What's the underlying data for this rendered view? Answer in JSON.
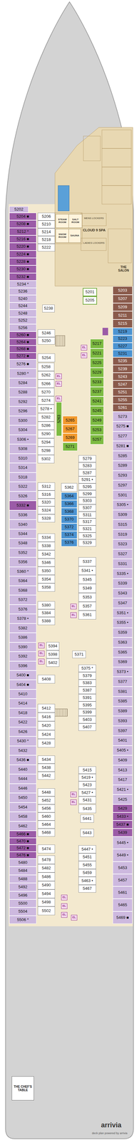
{
  "diagram": {
    "nodes": [
      {
        "text": [
          "STEAM ROOM"
        ]
      },
      {
        "text": [
          "SALT ROOM"
        ]
      },
      {
        "text": [
          "SNOW ROOM"
        ]
      },
      {
        "text": [
          "SAUNA"
        ]
      },
      {
        "text": [
          "5202"
        ]
      },
      {
        "text": [
          "5204 ■"
        ]
      },
      {
        "text": [
          "5208 ■"
        ]
      },
      {
        "text": [
          "5212 *"
        ]
      },
      {
        "text": [
          "5216 ■"
        ]
      },
      {
        "text": [
          "5220 ■"
        ]
      },
      {
        "text": [
          "5224 ■"
        ]
      },
      {
        "text": [
          "5228 ■"
        ]
      },
      {
        "text": [
          "5230 ■"
        ]
      },
      {
        "text": [
          "5232 ■"
        ]
      },
      {
        "text": [
          "5234 *"
        ]
      },
      {
        "text": [
          "5236"
        ]
      },
      {
        "text": [
          "5240"
        ]
      },
      {
        "text": [
          "5244"
        ]
      },
      {
        "text": [
          "5248"
        ]
      },
      {
        "text": [
          "5252"
        ]
      },
      {
        "text": [
          "5256"
        ]
      },
      {
        "text": [
          "5260 ■"
        ]
      },
      {
        "text": [
          "5264 ■"
        ]
      },
      {
        "text": [
          "5268 ■"
        ]
      },
      {
        "text": [
          "5272 ■"
        ]
      },
      {
        "text": [
          "5276 ■"
        ]
      },
      {
        "text": [
          "5280 *"
        ]
      },
      {
        "text": [
          "5284"
        ]
      },
      {
        "text": [
          "5288"
        ]
      },
      {
        "text": [
          "5292"
        ]
      },
      {
        "text": [
          "5296"
        ]
      },
      {
        "text": [
          "5300"
        ]
      },
      {
        "text": [
          "5304"
        ]
      },
      {
        "text": [
          "5306 •"
        ]
      },
      {
        "text": [
          "5308"
        ]
      },
      {
        "text": [
          "5310"
        ]
      },
      {
        "text": [
          "5314"
        ]
      },
      {
        "text": [
          "5318"
        ]
      },
      {
        "text": [
          "5322"
        ]
      },
      {
        "text": [
          "5326"
        ]
      },
      {
        "text": [
          "5332 ■"
        ]
      },
      {
        "text": [
          "5336"
        ]
      },
      {
        "text": [
          "5340"
        ]
      },
      {
        "text": [
          "5344"
        ]
      },
      {
        "text": [
          "5348"
        ]
      },
      {
        "text": [
          "5352"
        ]
      },
      {
        "text": [
          "5356"
        ]
      },
      {
        "text": [
          "5360 *"
        ]
      },
      {
        "text": [
          "5364"
        ]
      },
      {
        "text": [
          "5368"
        ]
      },
      {
        "text": [
          "5372"
        ]
      },
      {
        "text": [
          "5376"
        ]
      },
      {
        "text": [
          "5378 •"
        ]
      },
      {
        "text": [
          "5382"
        ]
      },
      {
        "text": [
          "5386"
        ]
      },
      {
        "text": [
          "5390"
        ]
      },
      {
        "text": [
          "5392"
        ]
      },
      {
        "text": [
          "5396"
        ]
      },
      {
        "text": [
          "5400 ■"
        ]
      },
      {
        "text": [
          "5404 ■"
        ]
      },
      {
        "text": [
          "5410"
        ]
      },
      {
        "text": [
          "5414"
        ]
      },
      {
        "text": [
          "5418"
        ]
      },
      {
        "text": [
          "5422"
        ]
      },
      {
        "text": [
          "5426"
        ]
      },
      {
        "text": [
          "5430 *"
        ]
      },
      {
        "text": [
          "5432"
        ]
      },
      {
        "text": [
          "5436 ■"
        ]
      },
      {
        "text": [
          "5440"
        ]
      },
      {
        "text": [
          "5444"
        ]
      },
      {
        "text": [
          "5446"
        ]
      },
      {
        "text": [
          "5450"
        ]
      },
      {
        "text": [
          "5454"
        ]
      },
      {
        "text": [
          "5458"
        ]
      },
      {
        "text": [
          "5462"
        ]
      },
      {
        "text": [
          "5466 ■"
        ]
      },
      {
        "text": [
          "5470 ■"
        ]
      },
      {
        "text": [
          "5472 ■"
        ]
      },
      {
        "text": [
          "5476 ■"
        ]
      },
      {
        "text": [
          "5480"
        ]
      },
      {
        "text": [
          "5484"
        ]
      },
      {
        "text": [
          "5488"
        ]
      },
      {
        "text": [
          "5492"
        ]
      },
      {
        "text": [
          "5496"
        ]
      },
      {
        "text": [
          "5500"
        ]
      },
      {
        "text": [
          "5504"
        ]
      },
      {
        "text": [
          "5506 *"
        ]
      },
      {
        "text": [
          "5206"
        ]
      },
      {
        "text": [
          "5210"
        ]
      },
      {
        "text": [
          "5214"
        ]
      },
      {
        "text": [
          "5218"
        ]
      },
      {
        "text": [
          "5222"
        ]
      },
      {
        "text": [
          "5238"
        ]
      },
      {
        "text": [
          "5246"
        ]
      },
      {
        "text": [
          "5250"
        ]
      },
      {
        "text": [
          "5254"
        ]
      },
      {
        "text": [
          "5258"
        ]
      },
      {
        "text": [
          "5262"
        ]
      },
      {
        "text": [
          "5266"
        ]
      },
      {
        "text": [
          "5270"
        ]
      },
      {
        "text": [
          "5274"
        ]
      },
      {
        "text": [
          "5278 •"
        ]
      },
      {
        "text": [
          "5282"
        ]
      },
      {
        "text": [
          "5286"
        ]
      },
      {
        "text": [
          "5290"
        ]
      },
      {
        "text": [
          "5294"
        ]
      },
      {
        "text": [
          "5298"
        ]
      },
      {
        "text": [
          "5302"
        ]
      },
      {
        "text": [
          "5312"
        ]
      },
      {
        "text": [
          "5316"
        ]
      },
      {
        "text": [
          "5320"
        ]
      },
      {
        "text": [
          "5324"
        ]
      },
      {
        "text": [
          "5328"
        ]
      },
      {
        "text": [
          "5334"
        ]
      },
      {
        "text": [
          "5338"
        ]
      },
      {
        "text": [
          "5342"
        ]
      },
      {
        "text": [
          "5346"
        ]
      },
      {
        "text": [
          "5350"
        ]
      },
      {
        "text": [
          "5354"
        ]
      },
      {
        "text": [
          "5358"
        ]
      },
      {
        "text": [
          "5380"
        ]
      },
      {
        "text": [
          "5384"
        ]
      },
      {
        "text": [
          "5388"
        ]
      },
      {
        "text": [
          "5394"
        ]
      },
      {
        "text": [
          "5398"
        ]
      },
      {
        "text": [
          "5402"
        ]
      },
      {
        "text": [
          "5408"
        ]
      },
      {
        "text": [
          "5412"
        ]
      },
      {
        "text": [
          "5416"
        ]
      },
      {
        "text": [
          "5420"
        ]
      },
      {
        "text": [
          "5424"
        ]
      },
      {
        "text": [
          "5428"
        ]
      },
      {
        "text": [
          "5434"
        ]
      },
      {
        "text": [
          "5438"
        ]
      },
      {
        "text": [
          "5442"
        ]
      },
      {
        "text": [
          "5448"
        ]
      },
      {
        "text": [
          "5452"
        ]
      },
      {
        "text": [
          "5456"
        ]
      },
      {
        "text": [
          "5460"
        ]
      },
      {
        "text": [
          "5464"
        ]
      },
      {
        "text": [
          "5468"
        ]
      },
      {
        "text": [
          "5474"
        ]
      },
      {
        "text": [
          "5478"
        ]
      },
      {
        "text": [
          "5482"
        ]
      },
      {
        "text": [
          "5486"
        ]
      },
      {
        "text": [
          "5490"
        ]
      },
      {
        "text": [
          "5494"
        ]
      },
      {
        "text": [
          "5498"
        ]
      },
      {
        "text": [
          "5502"
        ]
      },
      {
        "text": [
          "5201"
        ]
      },
      {
        "text": [
          "5205"
        ]
      },
      {
        "text": [
          "5217"
        ]
      },
      {
        "text": [
          "5221"
        ]
      },
      {
        "text": [
          "5225"
        ]
      },
      {
        "text": [
          "5229"
        ]
      },
      {
        "text": [
          "5233"
        ]
      },
      {
        "text": [
          "5237"
        ]
      },
      {
        "text": [
          "5241"
        ]
      },
      {
        "text": [
          "5245"
        ]
      },
      {
        "text": [
          "5249"
        ]
      },
      {
        "text": [
          "5253"
        ]
      },
      {
        "text": [
          "5257"
        ]
      },
      {
        "text": [
          "5263"
        ]
      },
      {
        "text": [
          "5265"
        ]
      },
      {
        "text": [
          "5267"
        ]
      },
      {
        "text": [
          "5269"
        ]
      },
      {
        "text": [
          "5271"
        ]
      },
      {
        "text": [
          "5279"
        ]
      },
      {
        "text": [
          "5283"
        ]
      },
      {
        "text": [
          "5287"
        ]
      },
      {
        "text": [
          "5291 •"
        ]
      },
      {
        "text": [
          "5295"
        ]
      },
      {
        "text": [
          "5299"
        ]
      },
      {
        "text": [
          "5303"
        ]
      },
      {
        "text": [
          "5307"
        ]
      },
      {
        "text": [
          "5311"
        ]
      },
      {
        "text": [
          "5317"
        ]
      },
      {
        "text": [
          "5321"
        ]
      },
      {
        "text": [
          "5325"
        ]
      },
      {
        "text": [
          "5329"
        ]
      },
      {
        "text": [
          "5362"
        ]
      },
      {
        "text": [
          "5364"
        ]
      },
      {
        "text": [
          "5366"
        ]
      },
      {
        "text": [
          "5368"
        ]
      },
      {
        "text": [
          "5370"
        ]
      },
      {
        "text": [
          "5372"
        ]
      },
      {
        "text": [
          "5374"
        ]
      },
      {
        "text": [
          "5376"
        ]
      },
      {
        "text": [
          "5337"
        ]
      },
      {
        "text": [
          "5341 •"
        ]
      },
      {
        "text": [
          "5345"
        ]
      },
      {
        "text": [
          "5349"
        ]
      },
      {
        "text": [
          "5353"
        ]
      },
      {
        "text": [
          "5357"
        ]
      },
      {
        "text": [
          "5361"
        ]
      },
      {
        "text": [
          "5371"
        ]
      },
      {
        "text": [
          "5375 *"
        ]
      },
      {
        "text": [
          "5379"
        ]
      },
      {
        "text": [
          "5383"
        ]
      },
      {
        "text": [
          "5387"
        ]
      },
      {
        "text": [
          "5391"
        ]
      },
      {
        "text": [
          "5395"
        ]
      },
      {
        "text": [
          "5399"
        ]
      },
      {
        "text": [
          "5403"
        ]
      },
      {
        "text": [
          "5407"
        ]
      },
      {
        "text": [
          "5415"
        ]
      },
      {
        "text": [
          "5419 •"
        ]
      },
      {
        "text": [
          "5423"
        ]
      },
      {
        "text": [
          "5427 •"
        ]
      },
      {
        "text": [
          "5431"
        ]
      },
      {
        "text": [
          "5435"
        ]
      },
      {
        "text": [
          "5441"
        ]
      },
      {
        "text": [
          "5443"
        ]
      },
      {
        "text": [
          "5447 •"
        ]
      },
      {
        "text": [
          "5451"
        ]
      },
      {
        "text": [
          "5455"
        ]
      },
      {
        "text": [
          "5459"
        ]
      },
      {
        "text": [
          "5463 •"
        ]
      },
      {
        "text": [
          "5467"
        ]
      },
      {
        "text": [
          "5203"
        ]
      },
      {
        "text": [
          "5207"
        ]
      },
      {
        "text": [
          "5209"
        ]
      },
      {
        "text": [
          "5211"
        ]
      },
      {
        "text": [
          "5215"
        ]
      },
      {
        "text": [
          "5219"
        ]
      },
      {
        "text": [
          "5223"
        ]
      },
      {
        "text": [
          "5227"
        ]
      },
      {
        "text": [
          "5231"
        ]
      },
      {
        "text": [
          "5235"
        ]
      },
      {
        "text": [
          "5239"
        ]
      },
      {
        "text": [
          "5243"
        ]
      },
      {
        "text": [
          "5247"
        ]
      },
      {
        "text": [
          "5251"
        ]
      },
      {
        "text": [
          "5255"
        ]
      },
      {
        "text": [
          "5261"
        ]
      },
      {
        "text": [
          "5273"
        ]
      },
      {
        "text": [
          "5275 ■"
        ]
      },
      {
        "text": [
          "5277"
        ]
      },
      {
        "text": [
          "5281 ■"
        ]
      },
      {
        "text": [
          "5285"
        ]
      },
      {
        "text": [
          "5289"
        ]
      },
      {
        "text": [
          "5293"
        ]
      },
      {
        "text": [
          "5297"
        ]
      },
      {
        "text": [
          "5301"
        ]
      },
      {
        "text": [
          "5305 •"
        ]
      },
      {
        "text": [
          "5309"
        ]
      },
      {
        "text": [
          "5315"
        ]
      },
      {
        "text": [
          "5319"
        ]
      },
      {
        "text": [
          "5323"
        ]
      },
      {
        "text": [
          "5327"
        ]
      },
      {
        "text": [
          "5331"
        ]
      },
      {
        "text": [
          "5335 •"
        ]
      },
      {
        "text": [
          "5339"
        ]
      },
      {
        "text": [
          "5343"
        ]
      },
      {
        "text": [
          "5347"
        ]
      },
      {
        "text": [
          "5351 •"
        ]
      },
      {
        "text": [
          "5355 •"
        ]
      },
      {
        "text": [
          "5359"
        ]
      },
      {
        "text": [
          "5363"
        ]
      },
      {
        "text": [
          "5365"
        ]
      },
      {
        "text": [
          "5369"
        ]
      },
      {
        "text": [
          "5373 •"
        ]
      },
      {
        "text": [
          "5377"
        ]
      },
      {
        "text": [
          "5381"
        ]
      },
      {
        "text": [
          "5385"
        ]
      },
      {
        "text": [
          "5389"
        ]
      },
      {
        "text": [
          "5393"
        ]
      },
      {
        "text": [
          "5397"
        ]
      },
      {
        "text": [
          "5401"
        ]
      },
      {
        "text": [
          "5405 •"
        ]
      },
      {
        "text": [
          "5409"
        ]
      },
      {
        "text": [
          "5413"
        ]
      },
      {
        "text": [
          "5417"
        ]
      },
      {
        "text": [
          "5421 •"
        ]
      },
      {
        "text": [
          "5425"
        ]
      },
      {
        "text": [
          "5429"
        ]
      },
      {
        "text": [
          "5433 •"
        ]
      },
      {
        "text": [
          "5437 ■"
        ]
      },
      {
        "text": [
          "5439"
        ]
      },
      {
        "text": [
          "5445 •"
        ]
      },
      {
        "text": [
          "5449 •"
        ]
      },
      {
        "text": [
          "5453"
        ]
      },
      {
        "text": [
          "5457"
        ]
      },
      {
        "text": [
          "5461"
        ]
      },
      {
        "text": [
          "5465"
        ]
      },
      {
        "text": [
          "5469 ■"
        ]
      },
      {
        "text": [
          "THE CHEF'S TABLE"
        ]
      }
    ],
    "labels": [
      "CLOUD 9 SPA",
      "MENS LOCKERS",
      "LADIES LOCKERS",
      "THE SALON",
      "EL",
      "EL",
      "EL",
      "EL",
      "EL",
      "EL",
      "EL",
      "EL",
      "EL",
      "EL",
      "EL",
      "EL",
      "EL",
      "EL",
      "EL",
      "EL",
      "arrivia",
      "deck plan powered by arrivia"
    ]
  }
}
